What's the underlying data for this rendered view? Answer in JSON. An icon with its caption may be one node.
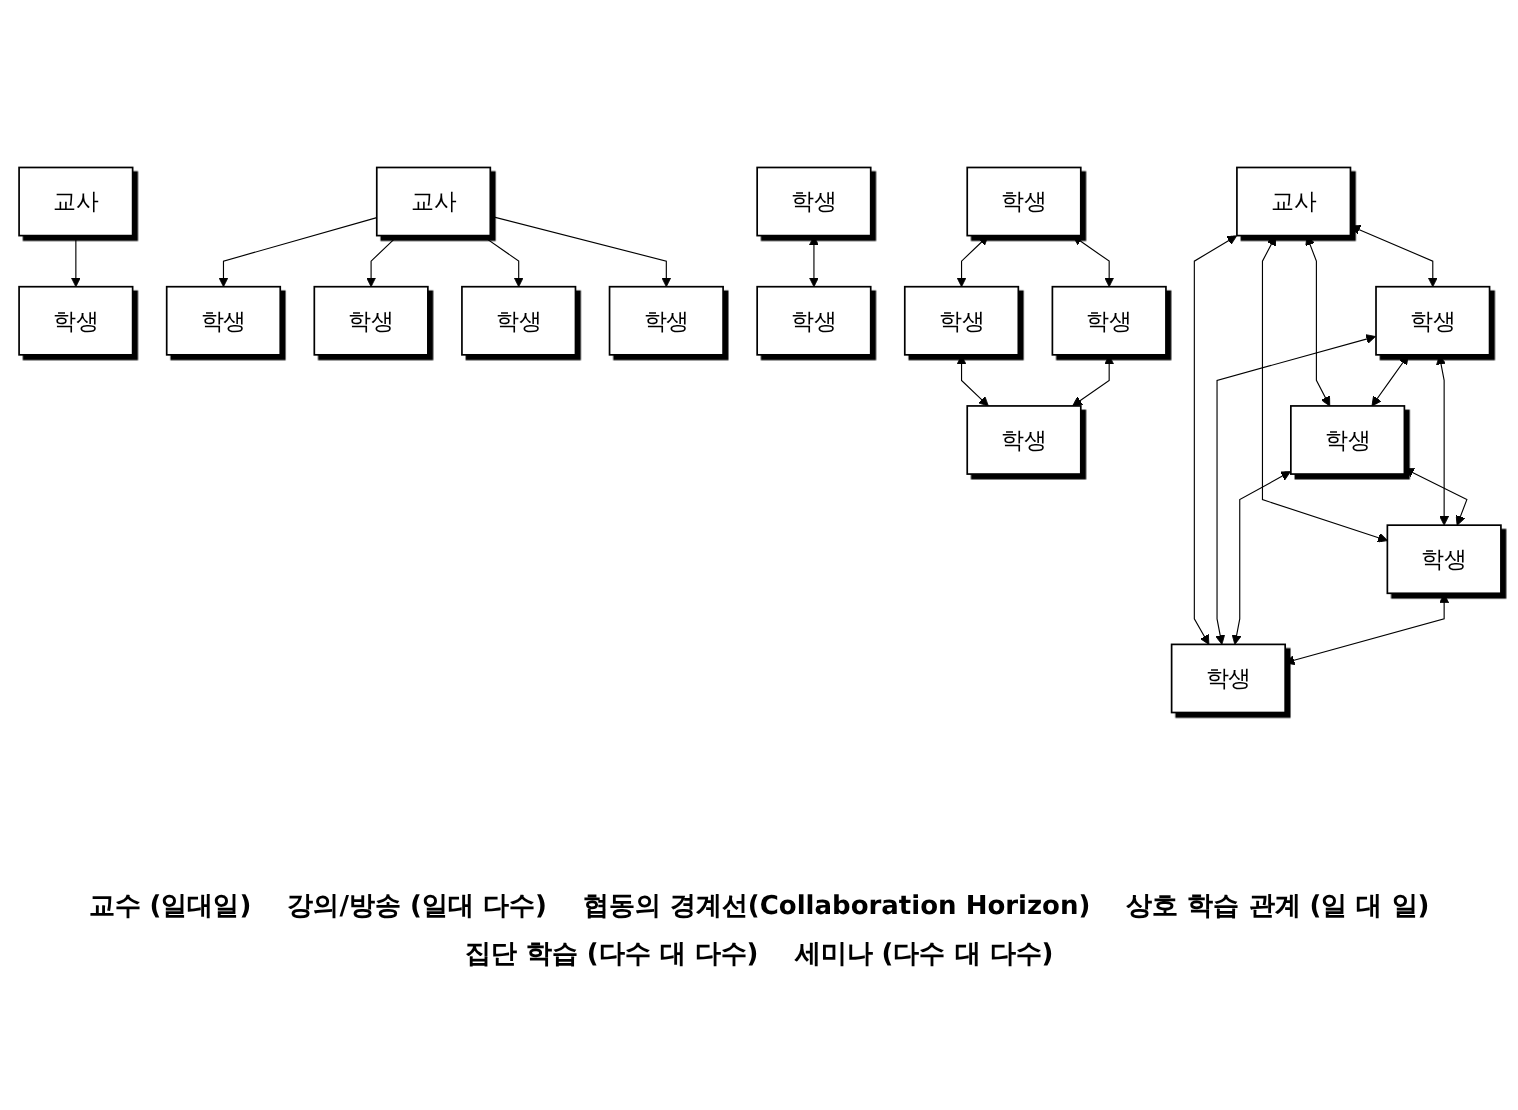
{
  "diagram": {
    "nodes": [
      {
        "text": [
          "교사"
        ]
      },
      {
        "text": [
          "학생"
        ]
      },
      {
        "text": [
          "교사"
        ]
      },
      {
        "text": [
          "학생"
        ]
      },
      {
        "text": [
          "학생"
        ]
      },
      {
        "text": [
          "학생"
        ]
      },
      {
        "text": [
          "학생"
        ]
      },
      {
        "text": [
          "학생"
        ]
      },
      {
        "text": [
          "학생"
        ]
      },
      {
        "text": [
          "학생"
        ]
      },
      {
        "text": [
          "학생"
        ]
      },
      {
        "text": [
          "학생"
        ]
      },
      {
        "text": [
          "학생"
        ]
      },
      {
        "text": [
          "교사"
        ]
      },
      {
        "text": [
          "학생"
        ]
      },
      {
        "text": [
          "학생"
        ]
      },
      {
        "text": [
          "학생"
        ]
      },
      {
        "text": [
          "학생"
        ]
      }
    ],
    "edges": [
      {
        "from": 0,
        "to": 1,
        "arrow": "to"
      },
      {
        "from": 2,
        "to": 3,
        "arrow": "to"
      },
      {
        "from": 2,
        "to": 5,
        "arrow": "to"
      },
      {
        "from": 2,
        "to": 6,
        "arrow": "to"
      },
      {
        "from": 2,
        "to": 4,
        "arrow": "to"
      },
      {
        "from": 7,
        "to": 8,
        "arrow": "both"
      },
      {
        "from": 9,
        "to": 10,
        "arrow": "both"
      },
      {
        "from": 9,
        "to": 11,
        "arrow": "both"
      },
      {
        "from": 10,
        "to": 12,
        "arrow": "both"
      },
      {
        "from": 11,
        "to": 12,
        "arrow": "both"
      },
      {
        "from": 13,
        "to": 14,
        "arrow": "both"
      },
      {
        "from": 13,
        "to": 15,
        "arrow": "both"
      },
      {
        "from": 13,
        "to": 16,
        "arrow": "both"
      },
      {
        "from": 13,
        "to": 17,
        "arrow": "both"
      },
      {
        "from": 14,
        "to": 15,
        "arrow": "both"
      },
      {
        "from": 14,
        "to": 16,
        "arrow": "both"
      },
      {
        "from": 14,
        "to": 17,
        "arrow": "both"
      },
      {
        "from": 15,
        "to": 16,
        "arrow": "both"
      },
      {
        "from": 15,
        "to": 17,
        "arrow": "both"
      },
      {
        "from": 16,
        "to": 17,
        "arrow": "both"
      }
    ],
    "labels": [
      "교수 (일대일)",
      "강의/방송 (일대 다수)",
      "협동의 경계선(Collaboration Horizon)",
      "상호 학습 관계 (일 대 일)",
      "집단 학습 (다수 대 다수)",
      "세미나 (다수 대 다수)"
    ]
  }
}
